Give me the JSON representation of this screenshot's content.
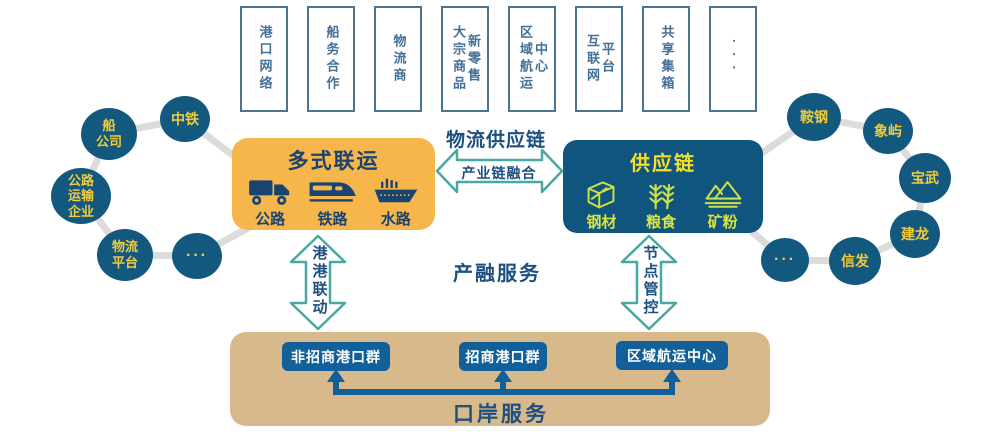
{
  "palette": {
    "node_fill_blue": "#12587f",
    "button_blue": "#11609a",
    "multimodal_orange": "#f7b64c",
    "port_services_tan": "#d8b98b",
    "ring_label_yellow": "#f2cb3d",
    "navy_text": "#1a4470",
    "heading_blue": "#1d5080",
    "arrow_teal": "#47a9a2",
    "commodity_lime": "#cde04a",
    "supply_chain_title_yellow": "#f5de27",
    "top_box_border": "#4a7590",
    "top_box_text": "#447096",
    "ring_line_gray": "#dcdcdc"
  },
  "top_boxes": {
    "items": [
      {
        "col1": "港口网络"
      },
      {
        "col1": "船务合作"
      },
      {
        "col1": "物流商"
      },
      {
        "col1": "大宗商品",
        "col2": "新零售"
      },
      {
        "col1": "区域航运",
        "col2": "中心"
      },
      {
        "col1": "互联网",
        "col2": "平台"
      },
      {
        "col1": "共享集箱"
      },
      {
        "col1": "···"
      }
    ]
  },
  "left_ring": {
    "items": [
      {
        "label": "船\n公司"
      },
      {
        "label": "中铁"
      },
      {
        "label": "公路\n运输\n企业"
      },
      {
        "label": "物流\n平台"
      },
      {
        "label": "···"
      }
    ]
  },
  "right_ring": {
    "items": [
      {
        "label": "鞍钢"
      },
      {
        "label": "象屿"
      },
      {
        "label": "宝武"
      },
      {
        "label": "建龙"
      },
      {
        "label": "信发"
      },
      {
        "label": "···"
      }
    ]
  },
  "multimodal_box": {
    "title": "多式联运",
    "modes": [
      {
        "label": "公路",
        "icon": "truck-icon"
      },
      {
        "label": "铁路",
        "icon": "train-icon"
      },
      {
        "label": "水路",
        "icon": "ship-icon"
      }
    ]
  },
  "supply_chain_box": {
    "title": "供应链",
    "commodities": [
      {
        "label": "钢材",
        "icon": "steel-box-icon"
      },
      {
        "label": "粮食",
        "icon": "grain-icon"
      },
      {
        "label": "矿粉",
        "icon": "ore-pile-icon"
      }
    ]
  },
  "labels": {
    "logistics_supply_chain": "物流供应链",
    "industry_chain_integration": "产业链融合",
    "industry_finance_services": "产融服务",
    "port_port_linkage": "港港联动",
    "node_control": "节点管控"
  },
  "port_services_box": {
    "title": "口岸服务",
    "buttons": [
      {
        "label": "非招商港口群"
      },
      {
        "label": "招商港口群"
      },
      {
        "label": "区域航运中心"
      }
    ]
  }
}
